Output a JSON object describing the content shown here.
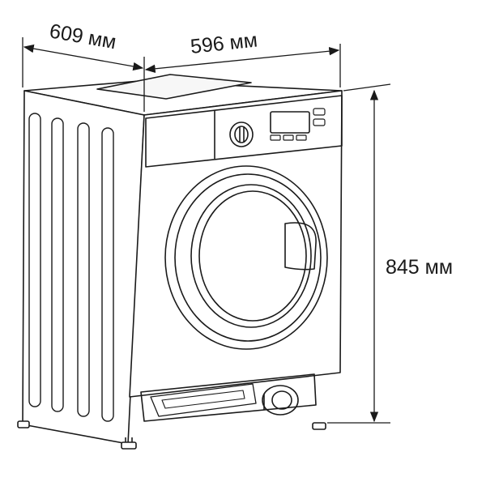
{
  "dimensions": {
    "depth": "609 мм",
    "width": "596 мм",
    "height": "845 мм"
  },
  "colors": {
    "line": "#1a1a1a",
    "background": "#ffffff",
    "shading": "#f2f2f2"
  }
}
